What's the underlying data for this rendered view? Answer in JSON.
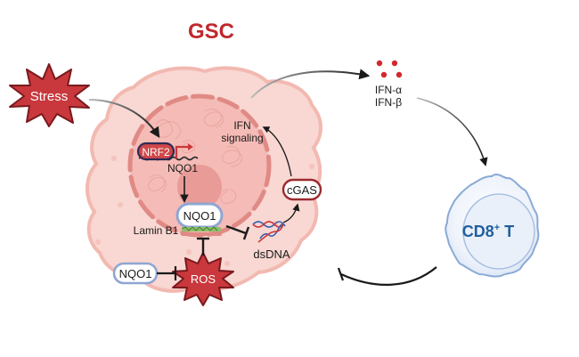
{
  "title": "GSC",
  "labels": {
    "stress": "Stress",
    "nrf2": "NRF2",
    "nqo1_gene": "NQO1",
    "ifn_signaling_line1": "IFN",
    "ifn_signaling_line2": "signaling",
    "nqo1_protein": "NQO1",
    "lamin_b1": "Lamin B1",
    "cgas": "cGAS",
    "dsdna": "dsDNA",
    "ros": "ROS",
    "nqo1_inhibitor": "NQO1",
    "ifn_alpha": "IFN-α",
    "ifn_beta": "IFN-β",
    "cd8_t_main": "CD8",
    "cd8_t_sup": "+",
    "cd8_t_suffix": " T"
  },
  "colors": {
    "title_red": "#c0282d",
    "star_fill": "#c9383c",
    "star_stroke": "#7a1a1e",
    "cell_fill": "#f9d7d2",
    "cell_stroke": "#f2b9b1",
    "nucleus_fill": "#f4b6b1",
    "nucleus_dash": "#e08a86",
    "nucleolus": "#e89893",
    "nqo1_border": "#8fa6d3",
    "cgas_border": "#9b2a2f",
    "nrf2_border": "#2f2a55",
    "nrf2_fill": "#d0474a",
    "ifn_dots": "#d3282c",
    "tcell_stroke": "#8aaad6",
    "tcell_text": "#1f5fa0",
    "arrow": "#1a1a1a"
  }
}
